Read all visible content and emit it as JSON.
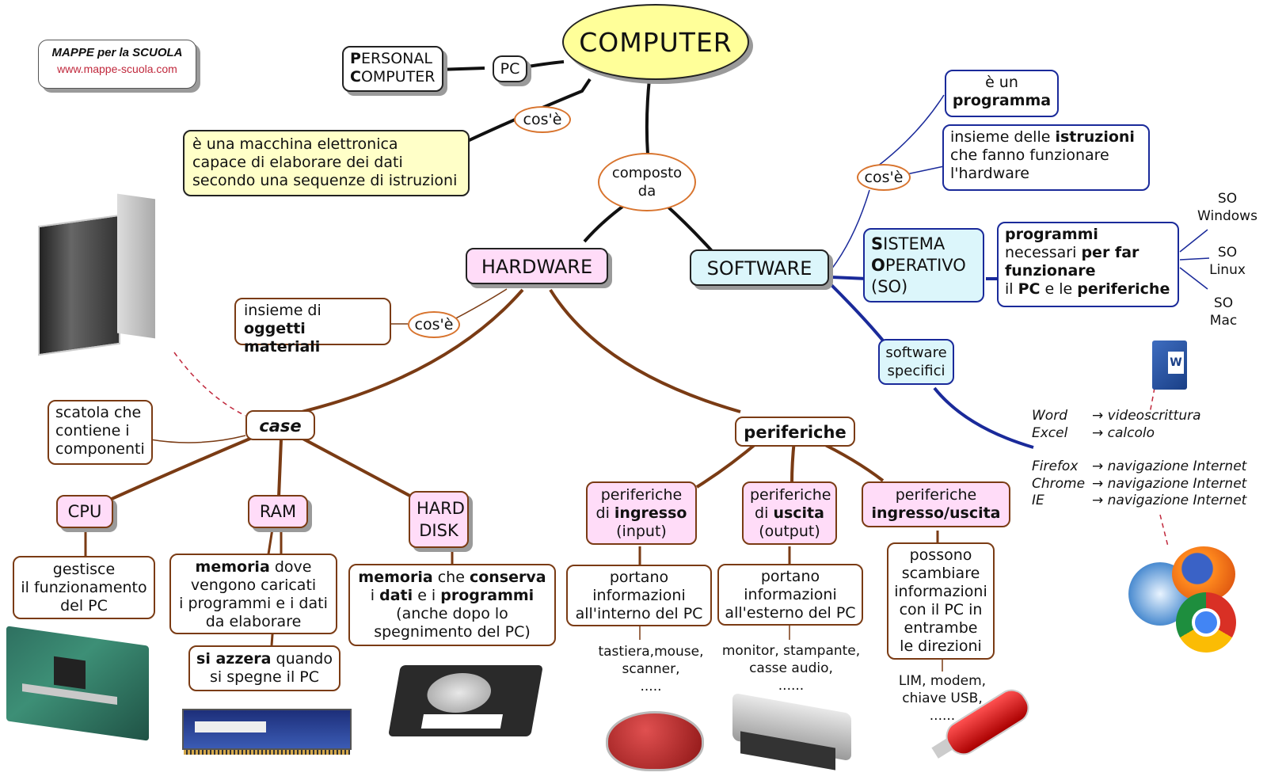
{
  "logo": {
    "title": "MAPPE per la SCUOLA",
    "url": "www.mappe-scuola.com"
  },
  "root": {
    "label": "COMPUTER"
  },
  "pc": {
    "abbr": "PC",
    "full_line1_initial": "P",
    "full_line1_rest": "ERSONAL",
    "full_line2_initial": "C",
    "full_line2_rest": "OMPUTER"
  },
  "definition": {
    "link": "cos'è",
    "text_lines": [
      "è una macchina elettronica",
      "capace di elaborare dei dati",
      "secondo una sequenze di istruzioni"
    ]
  },
  "composed": {
    "line1": "composto",
    "line2": "da"
  },
  "hardware": {
    "label": "HARDWARE",
    "link": "cos'è",
    "definition_line1": "insieme di",
    "definition_bold": "oggetti materiali",
    "case": {
      "label": "case",
      "description_lines": [
        "scatola che",
        "contiene i",
        "componenti"
      ],
      "components": [
        {
          "label": "CPU",
          "description_lines": [
            "gestisce",
            "il funzionamento",
            "del PC"
          ]
        },
        {
          "label": "RAM",
          "description_bold": "memoria",
          "description_rest": " dove",
          "description_lines": [
            "vengono caricati",
            "i programmi e i dati",
            "da elaborare"
          ],
          "note_bold": "si azzera",
          "note_rest": " quando",
          "note_line2": "si spegne il PC"
        },
        {
          "label_line1": "HARD",
          "label_line2": "DISK",
          "d1_b1": "memoria",
          "d1_t": " che ",
          "d1_b2": "conserva",
          "d2_t1": "i ",
          "d2_b1": "dati",
          "d2_t2": " e i ",
          "d2_b2": "programmi",
          "d3": "(anche dopo lo",
          "d4": "spegnimento del PC)"
        }
      ]
    },
    "peripherals": {
      "label": "periferiche",
      "items": [
        {
          "line1": "periferiche",
          "pre": "di ",
          "bold": "ingresso",
          "line3": "(input)",
          "desc_lines": [
            "portano",
            "informazioni",
            "all'interno del PC"
          ],
          "examples_lines": [
            "tastiera,mouse,",
            "scanner,",
            "....."
          ]
        },
        {
          "line1": "periferiche",
          "pre": "di ",
          "bold": "uscita",
          "line3": "(output)",
          "desc_lines": [
            "portano",
            "informazioni",
            "all'esterno del PC"
          ],
          "examples_lines": [
            "monitor, stampante,",
            "casse audio,",
            "......"
          ]
        },
        {
          "line1": "periferiche",
          "bold": "ingresso/uscita",
          "desc_lines": [
            "possono",
            "scambiare",
            "informazioni",
            "con il PC in",
            "entrambe",
            "le direzioni"
          ],
          "examples_lines": [
            "LIM, modem,",
            "chiave USB,",
            "......"
          ]
        }
      ]
    }
  },
  "software": {
    "label": "SOFTWARE",
    "link": "cos'è",
    "def1_line1": "è un",
    "def1_bold": "programma",
    "def2_pre": "insieme delle ",
    "def2_bold": "istruzioni",
    "def2_lines": [
      "che fanno funzionare",
      "l'hardware"
    ],
    "os": {
      "s_init": "S",
      "s_rest": "ISTEMA",
      "o_init": "O",
      "o_rest": "PERATIVO",
      "abbr": "(SO)",
      "desc_b1": "programmi",
      "desc_t1": "necessari ",
      "desc_b2": "per far",
      "desc_b3": "funzionare",
      "desc_t2": "il ",
      "desc_b4": "PC",
      "desc_t3": " e le ",
      "desc_b5": "periferiche",
      "variants": [
        {
          "line1": "SO",
          "line2": "Windows"
        },
        {
          "line1": "SO",
          "line2": "Linux"
        },
        {
          "line1": "SO",
          "line2": "Mac"
        }
      ]
    },
    "specific": {
      "line1": "software",
      "line2": "specifici",
      "apps": [
        {
          "name": "Word",
          "use": "→ videoscrittura"
        },
        {
          "name": "Excel",
          "use": "→ calcolo"
        },
        {
          "name": "Firefox",
          "use": "→ navigazione Internet"
        },
        {
          "name": "Chrome",
          "use": "→ navigazione Internet"
        },
        {
          "name": "IE",
          "use": "→ navigazione Internet"
        }
      ]
    }
  },
  "colors": {
    "hardware_link": "#7a3b14",
    "software_link": "#1a2a9a",
    "root_fill": "#ffff99",
    "pink": "#ffdcf8",
    "cyan": "#dcf6fb",
    "link_oval": "#d8742e"
  }
}
